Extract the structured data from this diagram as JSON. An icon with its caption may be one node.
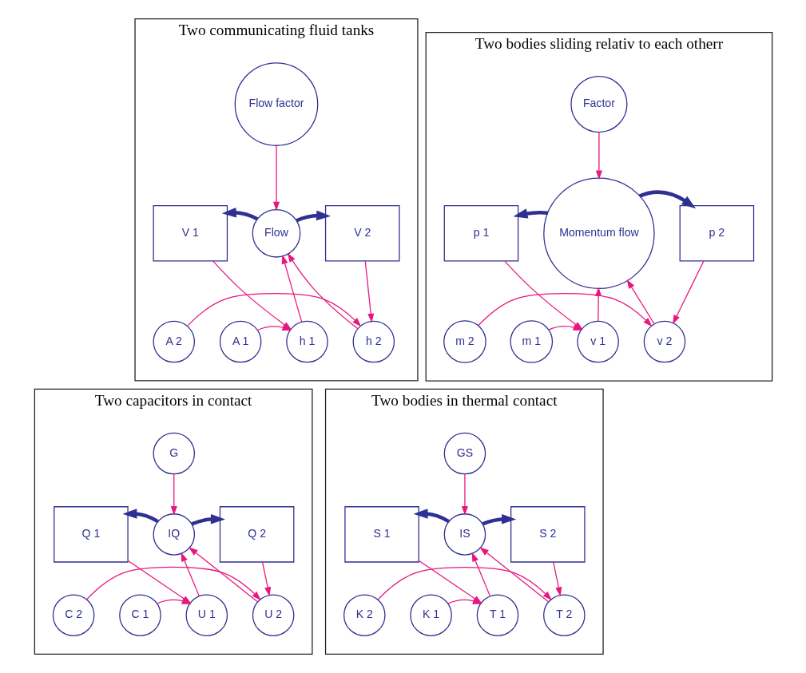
{
  "diagram": {
    "nodes": [
      {
        "text": [
          "Two communicating fluid tanks"
        ]
      },
      {
        "text": [
          "Flow factor"
        ],
        "in": 0
      },
      {
        "text": [
          "V 1"
        ],
        "in": 0
      },
      {
        "text": [
          "V 2"
        ],
        "in": 0
      },
      {
        "text": [
          "Flow"
        ],
        "in": 0
      },
      {
        "text": [
          "A 1"
        ],
        "in": 0
      },
      {
        "text": [
          "h 1"
        ],
        "in": 0
      },
      {
        "text": [
          "h 2"
        ],
        "in": 0
      },
      {
        "text": [
          "A 2"
        ],
        "in": 0
      },
      {
        "text": [
          "Two bodies sliding relativ to each otherr"
        ]
      },
      {
        "text": [
          "Factor"
        ],
        "in": 9
      },
      {
        "text": [
          "p 1"
        ],
        "in": 9
      },
      {
        "text": [
          "p 2"
        ],
        "in": 9
      },
      {
        "text": [
          "Momentum flow"
        ],
        "in": 9
      },
      {
        "text": [
          "m 1"
        ],
        "in": 9
      },
      {
        "text": [
          "v 1"
        ],
        "in": 9
      },
      {
        "text": [
          "v 2"
        ],
        "in": 9
      },
      {
        "text": [
          "m 2"
        ],
        "in": 9
      },
      {
        "text": [
          "Two capacitors in contact"
        ]
      },
      {
        "text": [
          "G"
        ],
        "in": 18
      },
      {
        "text": [
          "Q 1"
        ],
        "in": 18
      },
      {
        "text": [
          "Q 2"
        ],
        "in": 18
      },
      {
        "text": [
          "IQ"
        ],
        "in": 18
      },
      {
        "text": [
          "C 1"
        ],
        "in": 18
      },
      {
        "text": [
          "U 1"
        ],
        "in": 18
      },
      {
        "text": [
          "U 2"
        ],
        "in": 18
      },
      {
        "text": [
          "C 2"
        ],
        "in": 18
      },
      {
        "text": [
          "Two bodies in thermal contact"
        ]
      },
      {
        "text": [
          "GS"
        ],
        "in": 27
      },
      {
        "text": [
          "S 1"
        ],
        "in": 27
      },
      {
        "text": [
          "S 2"
        ],
        "in": 27
      },
      {
        "text": [
          "IS"
        ],
        "in": 27
      },
      {
        "text": [
          "K 1"
        ],
        "in": 27
      },
      {
        "text": [
          "T 1"
        ],
        "in": 27
      },
      {
        "text": [
          "T 2"
        ],
        "in": 27
      },
      {
        "text": [
          "K 2"
        ],
        "in": 27
      }
    ],
    "edges": [
      {
        "from": 4,
        "to": 2,
        "arrow": "to",
        "style": "thick",
        "color": "#2e3192"
      },
      {
        "from": 4,
        "to": 3,
        "arrow": "to",
        "style": "thick",
        "color": "#2e3192"
      },
      {
        "from": 1,
        "to": 4,
        "arrow": "to"
      },
      {
        "from": 2,
        "to": 6,
        "arrow": "to"
      },
      {
        "from": 5,
        "to": 6,
        "arrow": "to"
      },
      {
        "from": 6,
        "to": 4,
        "arrow": "to"
      },
      {
        "from": 7,
        "to": 4,
        "arrow": "to"
      },
      {
        "from": 3,
        "to": 7,
        "arrow": "to"
      },
      {
        "from": 8,
        "to": 7,
        "arrow": "to"
      },
      {
        "from": 13,
        "to": 11,
        "arrow": "to",
        "style": "thick",
        "color": "#2e3192"
      },
      {
        "from": 13,
        "to": 12,
        "arrow": "to",
        "style": "thick",
        "color": "#2e3192"
      },
      {
        "from": 10,
        "to": 13,
        "arrow": "to"
      },
      {
        "from": 11,
        "to": 15,
        "arrow": "to"
      },
      {
        "from": 14,
        "to": 15,
        "arrow": "to"
      },
      {
        "from": 15,
        "to": 13,
        "arrow": "to"
      },
      {
        "from": 16,
        "to": 13,
        "arrow": "to"
      },
      {
        "from": 12,
        "to": 16,
        "arrow": "to"
      },
      {
        "from": 17,
        "to": 16,
        "arrow": "to"
      },
      {
        "from": 22,
        "to": 20,
        "arrow": "to",
        "style": "thick",
        "color": "#2e3192"
      },
      {
        "from": 22,
        "to": 21,
        "arrow": "to",
        "style": "thick",
        "color": "#2e3192"
      },
      {
        "from": 19,
        "to": 22,
        "arrow": "to"
      },
      {
        "from": 20,
        "to": 24,
        "arrow": "to"
      },
      {
        "from": 23,
        "to": 24,
        "arrow": "to"
      },
      {
        "from": 24,
        "to": 22,
        "arrow": "to"
      },
      {
        "from": 25,
        "to": 22,
        "arrow": "to"
      },
      {
        "from": 21,
        "to": 25,
        "arrow": "to"
      },
      {
        "from": 26,
        "to": 25,
        "arrow": "to"
      },
      {
        "from": 31,
        "to": 29,
        "arrow": "to",
        "style": "thick",
        "color": "#2e3192"
      },
      {
        "from": 31,
        "to": 30,
        "arrow": "to",
        "style": "thick",
        "color": "#2e3192"
      },
      {
        "from": 28,
        "to": 31,
        "arrow": "to"
      },
      {
        "from": 29,
        "to": 33,
        "arrow": "to"
      },
      {
        "from": 32,
        "to": 33,
        "arrow": "to"
      },
      {
        "from": 33,
        "to": 31,
        "arrow": "to"
      },
      {
        "from": 34,
        "to": 31,
        "arrow": "to"
      },
      {
        "from": 30,
        "to": 34,
        "arrow": "to"
      },
      {
        "from": 35,
        "to": 34,
        "arrow": "to"
      }
    ]
  }
}
